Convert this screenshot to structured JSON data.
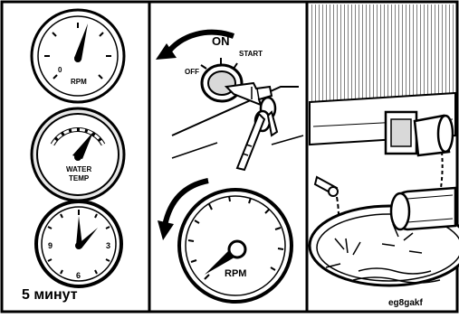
{
  "panel_left": {
    "gauge_rpm_label": "RPM",
    "gauge_rpm_zero": "0",
    "gauge_temp_label_line1": "WATER",
    "gauge_temp_label_line2": "TEMP",
    "clock_numbers": [
      "9",
      "3",
      "6"
    ],
    "caption": "5 минут"
  },
  "panel_middle": {
    "ignition_on": "ON",
    "ignition_start": "START",
    "ignition_off": "OFF",
    "tacho_label": "RPM"
  },
  "panel_right": {
    "image_code": "eg8gakf"
  },
  "colors": {
    "ink": "#000000",
    "paper": "#ffffff",
    "shade": "#d9d9d9"
  }
}
